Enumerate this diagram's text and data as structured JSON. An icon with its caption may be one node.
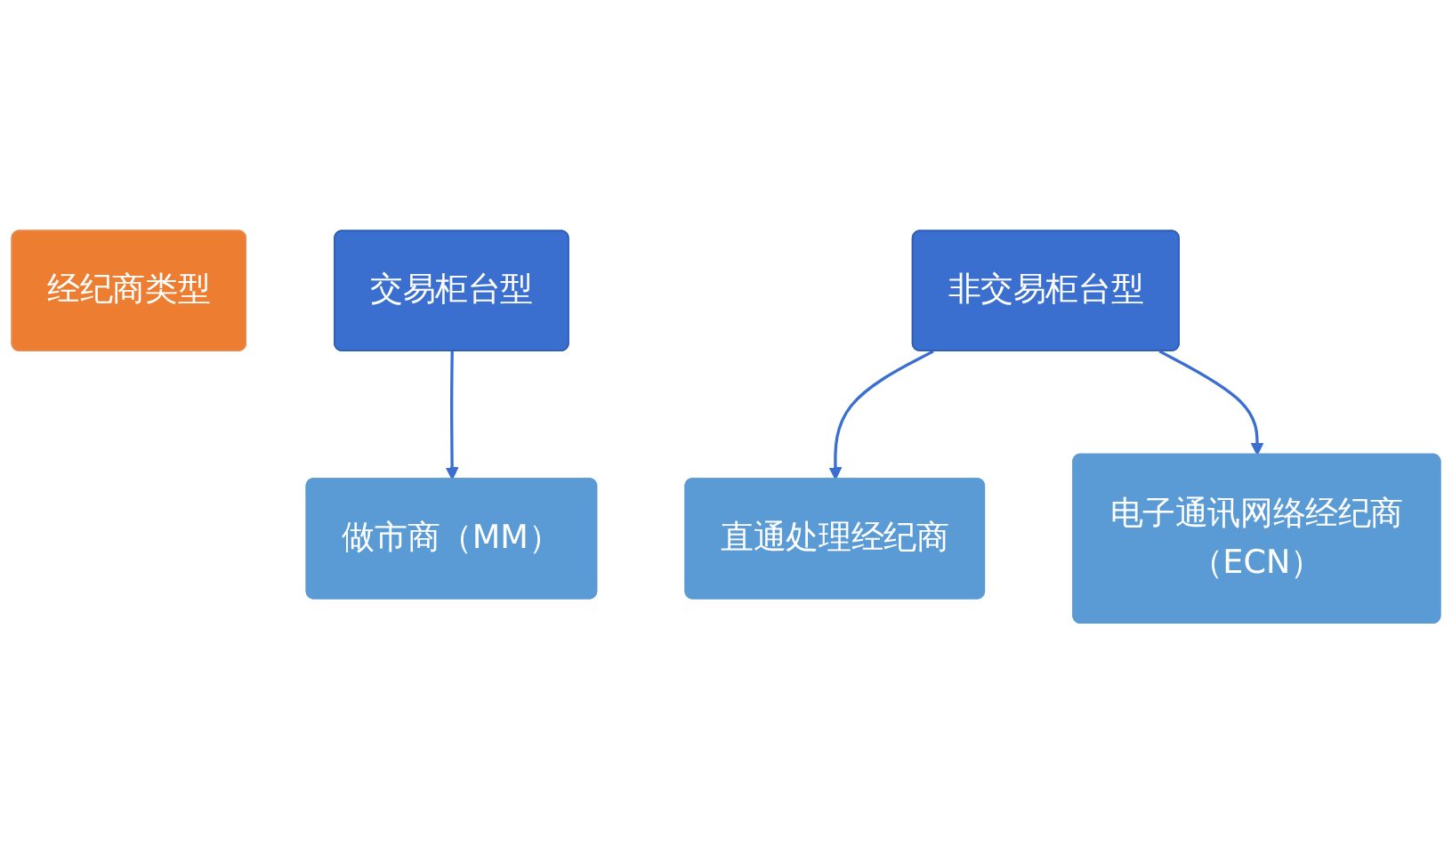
{
  "diagram": {
    "nodes": [
      {
        "text": [
          "经纪商类型"
        ]
      },
      {
        "text": [
          "交易柜台型"
        ]
      },
      {
        "text": [
          "非交易柜台型"
        ]
      },
      {
        "text": [
          "做市商（MM）"
        ]
      },
      {
        "text": [
          "直通处理经纪商"
        ]
      },
      {
        "text": [
          "电子通讯网络经纪商（ECN）"
        ]
      }
    ],
    "edges": [
      {
        "from": 1,
        "to": 3,
        "arrow": "to"
      },
      {
        "from": 2,
        "to": 4,
        "arrow": "to"
      },
      {
        "from": 2,
        "to": 5,
        "arrow": "to"
      }
    ]
  }
}
